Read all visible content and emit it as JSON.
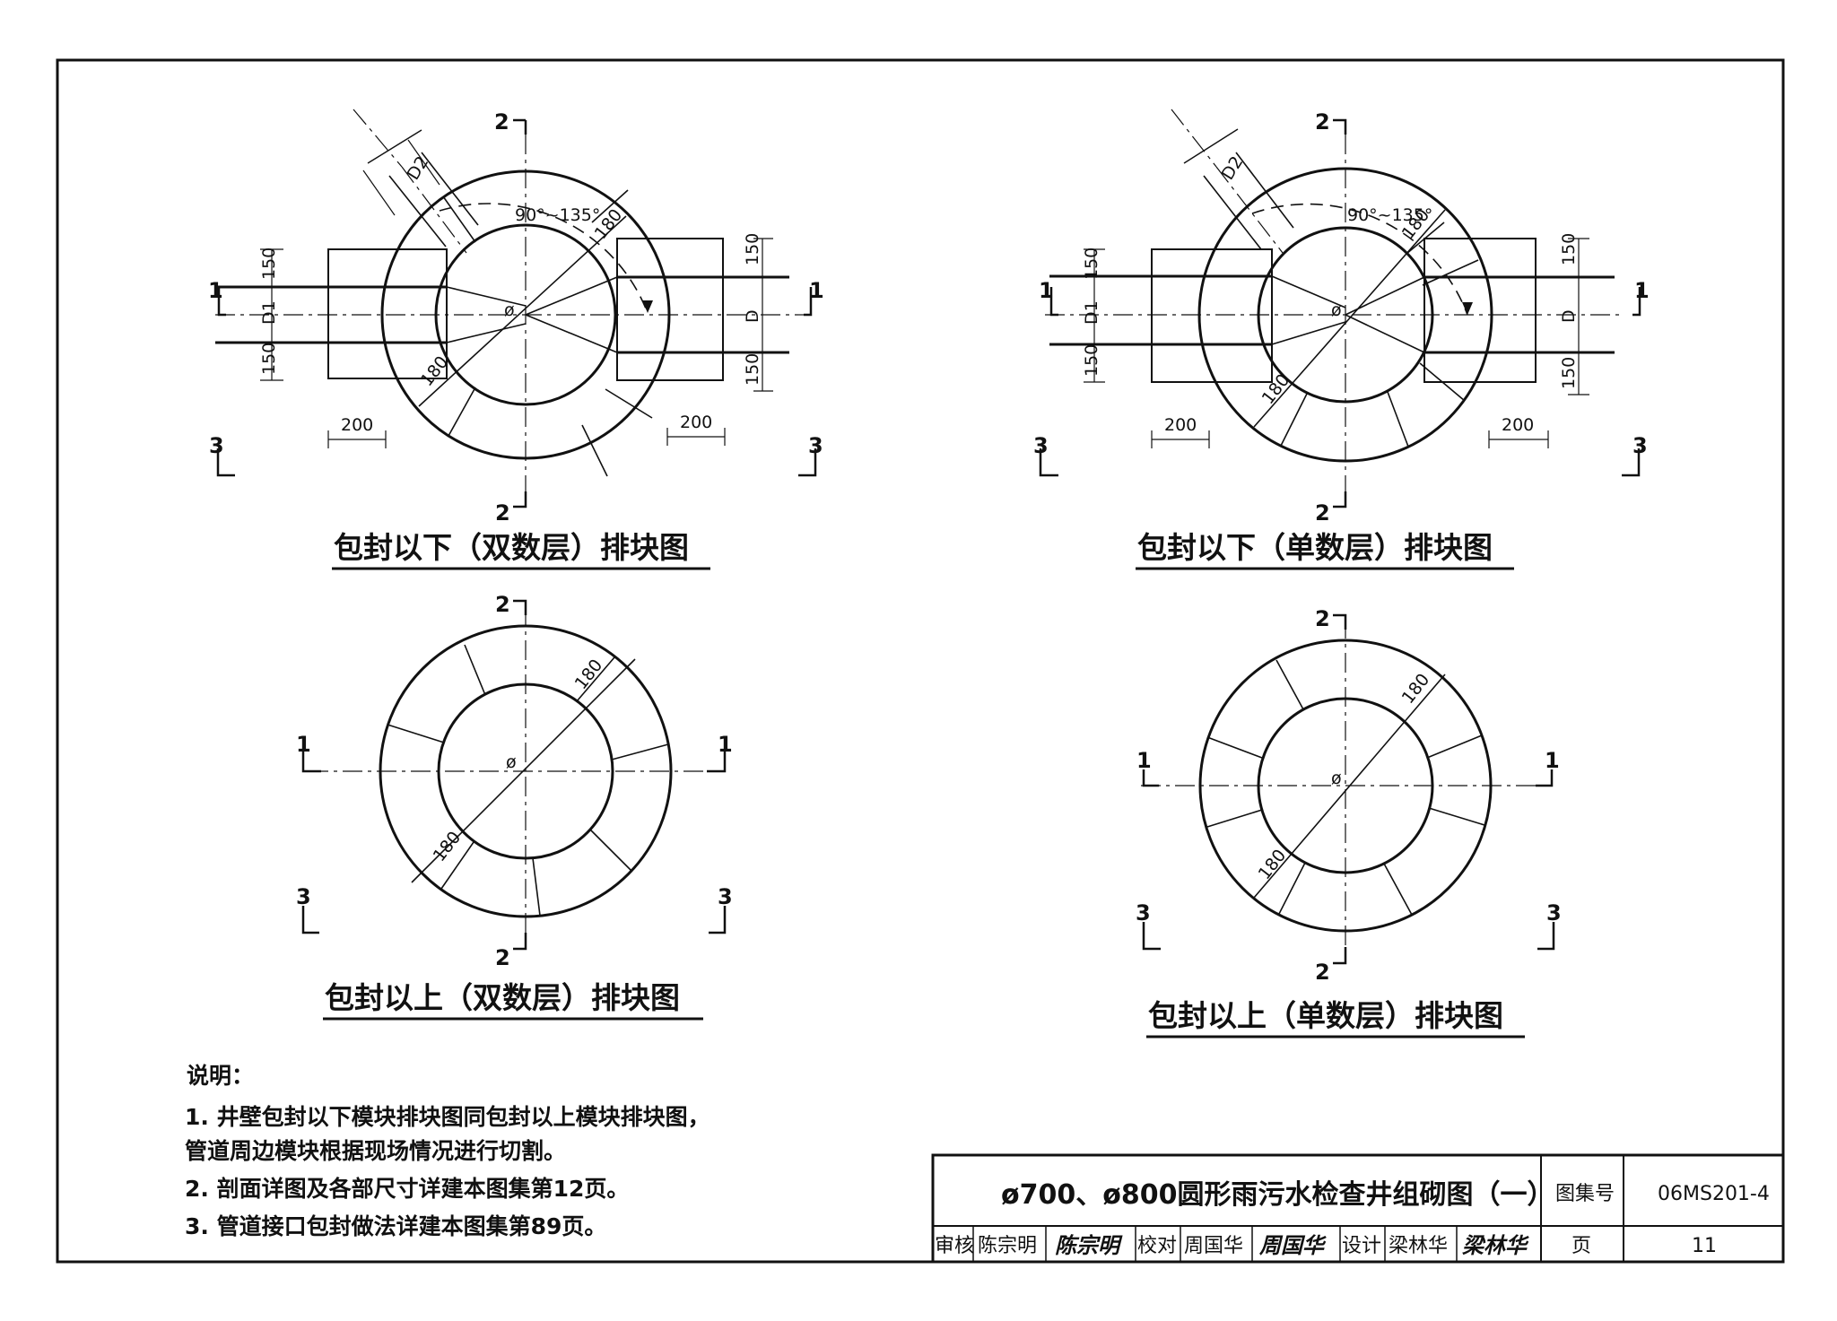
{
  "captions": {
    "below_even": "包封以下（双数层）排块图",
    "below_odd": "包封以下（单数层）排块图",
    "above_even": "包封以上（双数层）排块图",
    "above_odd": "包封以上（单数层）排块图"
  },
  "sections": {
    "s1": "1",
    "s2": "2",
    "s3": "3"
  },
  "dims": {
    "d150": "150",
    "d200": "200",
    "d180": "180",
    "D": "D",
    "D1": "D1",
    "D2": "D2",
    "angle": "90°~135°",
    "phi": "ø"
  },
  "notes": {
    "heading": "说明：",
    "items": [
      "1. 井壁包封以下模块排块图同包封以上模块排块图，",
      "    管道周边模块根据现场情况进行切割。",
      "2. 剖面详图及各部尺寸详建本图集第12页。",
      "3. 管道接口包封做法详建本图集第89页。"
    ]
  },
  "title_block": {
    "title": "ø700、ø800圆形雨污水检查井组砌图（一）",
    "atlas_label": "图集号",
    "atlas_no": "06MS201-4",
    "page_label": "页",
    "page_no": "11",
    "review_label": "审核",
    "reviewer": "陈宗明",
    "reviewer_sig": "陈宗明",
    "check_label": "校对",
    "checker": "周国华",
    "checker_sig": "周国华",
    "design_label": "设计",
    "designer": "梁林华",
    "designer_sig": "梁林华"
  }
}
